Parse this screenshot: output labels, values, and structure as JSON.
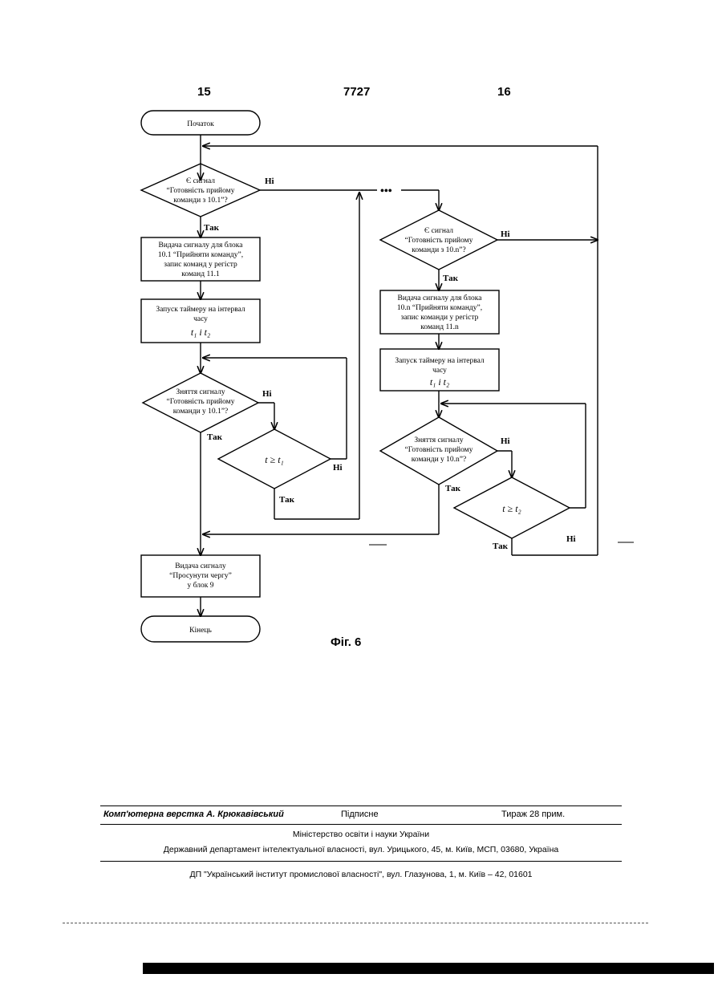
{
  "header": {
    "left": "15",
    "center": "7727",
    "right": "16"
  },
  "flowchart": {
    "start": "Початок",
    "end": "Кінець",
    "yes": "Так",
    "no": "Ні",
    "ellipsis": "•••",
    "left_branch": {
      "check_ready": [
        "Є сигнал",
        "“Готовність прийому",
        "команди з 10.1”?"
      ],
      "issue_accept": [
        "Видача сигналу для блока",
        "10.1 “Прийняти команду”,",
        "запис команд у регістр",
        "команд 11.1"
      ],
      "start_timer": [
        "Запуск таймеру на інтервал",
        "часу"
      ],
      "timer_interval": "t₁ і t₂",
      "check_removed": [
        "Зняття сигналу",
        "“Готовність прийому",
        "команди у 10.1”?"
      ],
      "time_check": "t ≥ t₁"
    },
    "right_branch": {
      "check_ready": [
        "Є сигнал",
        "“Готовність прийому",
        "команди з 10.n”?"
      ],
      "issue_accept": [
        "Видача сигналу для блока",
        "10.n “Прийняти команду”,",
        "запис команди у регістр",
        "команд 11.n"
      ],
      "start_timer": [
        "Запуск таймеру на інтервал",
        "часу"
      ],
      "timer_interval": "t₁ і t₂",
      "check_removed": [
        "Зняття сигналу",
        "“Готовність прийому",
        "команди у 10.n”?"
      ],
      "time_check": "t ≥ t₂"
    },
    "advance_queue": [
      "Видача сигналу",
      "“Просунути чергу”",
      "у блок 9"
    ]
  },
  "figure_caption": "Фіг. 6",
  "footer": {
    "layout": "Комп'ютерна верстка А. Крюкавівський",
    "signed": "Підписне",
    "circulation": "Тираж 28 прим.",
    "ministry": "Міністерство освіти і науки України",
    "department": "Державний департамент інтелектуальної власності, вул. Урицького, 45, м. Київ, МСП, 03680, Україна",
    "institute": "ДП \"Український інститут промислової власності\", вул. Глазунова, 1, м. Київ – 42, 01601"
  }
}
